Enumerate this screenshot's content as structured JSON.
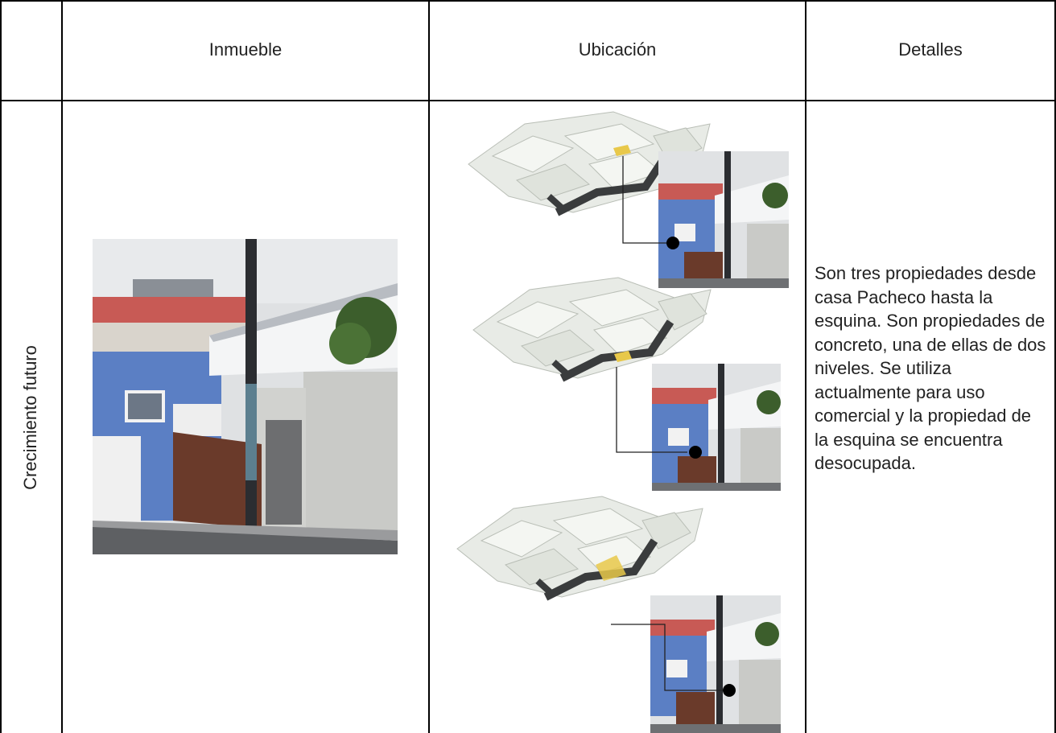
{
  "table": {
    "headers": {
      "inmueble": "Inmueble",
      "ubicacion": "Ubicación",
      "detalles": "Detalles"
    },
    "row": {
      "label": "Crecimiento futuro",
      "details": "Son tres propiedades desde casa Pacheco hasta la esquina. Son propiedades de concreto, una de ellas de dos niveles. Se utiliza actualmente para uso comercial y la propiedad de la esquina se encuentra desocupada."
    }
  },
  "colors": {
    "border": "#000000",
    "wall_blue": "#5b7fc4",
    "roof_red": "#c85a55",
    "gate_brown": "#6a3a2a",
    "wall_grey": "#c9cac7",
    "building_white": "#e8ebe6",
    "street_dark": "#3a3c3d",
    "highlight_yellow": "#e8c84a"
  }
}
